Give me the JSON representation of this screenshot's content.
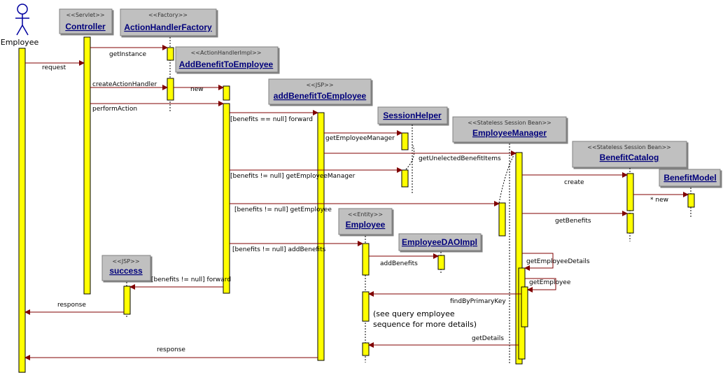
{
  "actor": {
    "name": "Employee"
  },
  "objects": {
    "controller": {
      "stereotype": "<<Servlet>>",
      "name": "Controller"
    },
    "factory": {
      "stereotype": "<<Factory>>",
      "name": "ActionHandlerFactory"
    },
    "handler": {
      "stereotype": "<<ActionHandlerImpl>>",
      "name": "AddBenefitToEmployee"
    },
    "jsp_add": {
      "stereotype": "<<JSP>>",
      "name": "addBenefitToEmployee"
    },
    "session_helper": {
      "stereotype": "",
      "name": "SessionHelper"
    },
    "employee_manager": {
      "stereotype": "<<Stateless Session Bean>>",
      "name": "EmployeeManager"
    },
    "benefit_catalog": {
      "stereotype": "<<Stateless Session Bean>>",
      "name": "BenefitCatalog"
    },
    "benefit_model": {
      "stereotype": "",
      "name": "BenefitModel"
    },
    "employee_entity": {
      "stereotype": "<<Entity>>",
      "name": "Employee"
    },
    "dao": {
      "stereotype": "",
      "name": "EmployeeDAOImpl"
    },
    "success": {
      "stereotype": "<<JSP>>",
      "name": "success"
    }
  },
  "messages": {
    "request": "request",
    "get_instance": "getInstance",
    "create_action_handler": "createActionHandler",
    "new_handler": "new",
    "perform_action": "performAction",
    "forward_null": "[benefits == null] forward",
    "get_employee_manager": "getEmployeeManager",
    "get_unelected": "getUnelectedBenefitItems",
    "get_employee_manager_notnull": "[benefits != null] getEmployeeManager",
    "create": "create",
    "new_model": "* new",
    "get_employee_notnull": "[benefits != null] getEmployee",
    "get_benefits": "getBenefits",
    "add_benefits_notnull": "[benefits != null] addBenefits",
    "add_benefits": "addBenefits",
    "get_employee_details": "getEmployeeDetails",
    "get_employee": "getEmployee",
    "forward_notnull": "[benefits != null] forward",
    "find_by_pk": "findByPrimaryKey",
    "response_1": "response",
    "get_details": "getDetails",
    "response_2": "response"
  },
  "note": {
    "line1": "(see query employee",
    "line2": "sequence for more details)"
  },
  "colors": {
    "activation": "#ffff00",
    "message": "#800000",
    "box_fill": "#c0c0c0",
    "name": "#00007b",
    "actor": "#0000a0"
  }
}
